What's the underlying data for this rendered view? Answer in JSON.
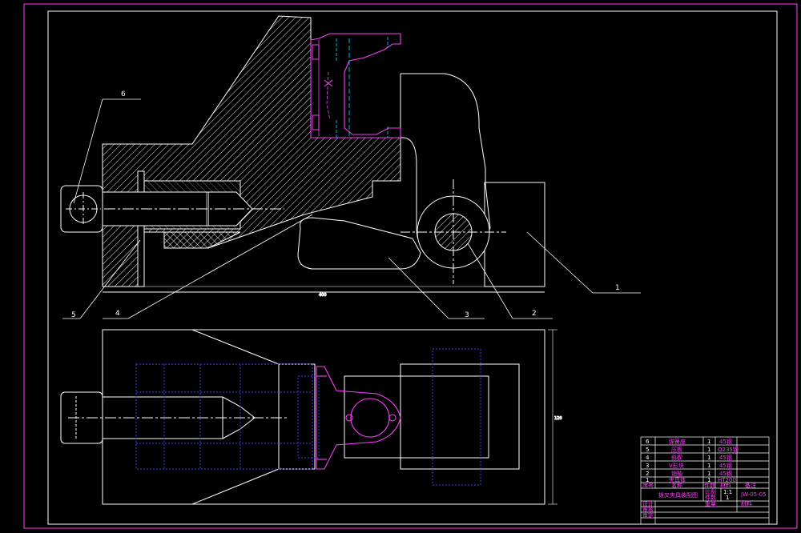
{
  "drawing": {
    "scale_text": "1:1",
    "sheet_count": "1",
    "drawing_number": "JW-05-05",
    "tiny_dim_front": "400",
    "tiny_dim_side": "120",
    "callouts": [
      "1",
      "2",
      "3",
      "4",
      "5",
      "6"
    ]
  },
  "title_block": {
    "rows": [
      {
        "no": "6",
        "name": "弹簧座",
        "qty": "1",
        "material": "45钢"
      },
      {
        "no": "5",
        "name": "压板",
        "qty": "1",
        "material": "Q235钢"
      },
      {
        "no": "4",
        "name": "斜楔",
        "qty": "1",
        "material": "45钢"
      },
      {
        "no": "3",
        "name": "V形块",
        "qty": "1",
        "material": "45钢"
      },
      {
        "no": "2",
        "name": "销轴",
        "qty": "1",
        "material": "45钢"
      },
      {
        "no": "1",
        "name": "夹具体",
        "qty": "1",
        "material": "HT200"
      }
    ],
    "header": {
      "no": "序号",
      "name": "名称",
      "qty": "件数",
      "material": "材料",
      "note": "备注"
    },
    "title": "拨叉夹具装配图",
    "scale_label": "比例",
    "sheets_label": "件数",
    "weight_label": "重量",
    "sheet_label": "材料",
    "designer": "设计",
    "checker": "审核",
    "approver": "审定"
  },
  "colors": {
    "line": "#ffffff",
    "part": "#ff3cff",
    "hidden": "#00c8ff",
    "frame": "#ff3cff",
    "dotted": "#3c3cff"
  }
}
